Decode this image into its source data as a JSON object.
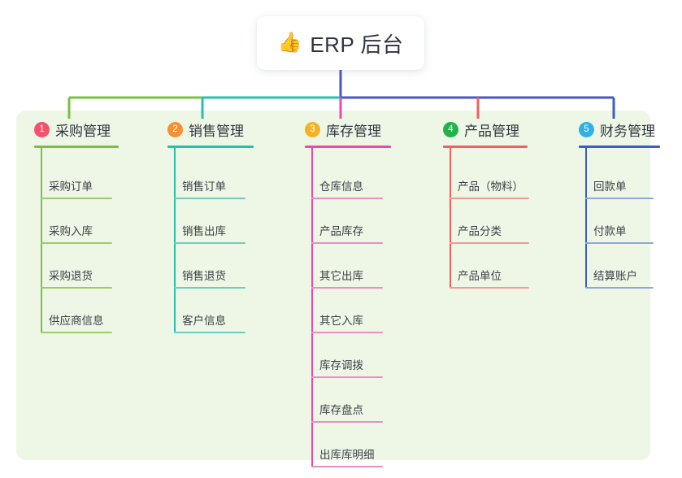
{
  "root": {
    "emoji": "👍",
    "emoji_name": "thumbs-up-icon",
    "title": "ERP 后台"
  },
  "theme": {
    "page_bg": "#ffffff",
    "panel_bg": "#eef7e6",
    "card_bg": "#ffffff",
    "text": "#2f3640",
    "root_stem": "#4a54c9"
  },
  "columns": [
    {
      "index": "1",
      "title": "采购管理",
      "badge_color": "#f4516c",
      "rule_color": "#7ac143",
      "leaf_color": "#9ccb6b",
      "stem_color": "#7ac143",
      "items": [
        "采购订单",
        "采购入库",
        "采购退货",
        "供应商信息"
      ]
    },
    {
      "index": "2",
      "title": "销售管理",
      "badge_color": "#f79034",
      "rule_color": "#26c0ae",
      "leaf_color": "#6fccc0",
      "stem_color": "#26c0ae",
      "items": [
        "销售订单",
        "销售出库",
        "销售退货",
        "客户信息"
      ]
    },
    {
      "index": "3",
      "title": "库存管理",
      "badge_color": "#f5b324",
      "rule_color": "#e84bb0",
      "leaf_color": "#ec8dc4",
      "stem_color": "#e84bb0",
      "items": [
        "仓库信息",
        "产品库存",
        "其它出库",
        "其它入库",
        "库存调拨",
        "库存盘点",
        "出库库明细"
      ]
    },
    {
      "index": "4",
      "title": "产品管理",
      "badge_color": "#22b24c",
      "rule_color": "#f4615c",
      "leaf_color": "#f39a95",
      "stem_color": "#f4615c",
      "items": [
        "产品（物料）",
        "产品分类",
        "产品单位"
      ]
    },
    {
      "index": "5",
      "title": "财务管理",
      "badge_color": "#31b0e8",
      "rule_color": "#3b5fc0",
      "leaf_color": "#8fa6de",
      "stem_color": "#3b5fc0",
      "items": [
        "回款单",
        "付款单",
        "结算账户"
      ]
    }
  ],
  "connector": {
    "segments": [
      {
        "name": "bar-green",
        "color": "#7ac143"
      },
      {
        "name": "bar-teal",
        "color": "#26c0ae"
      },
      {
        "name": "bar-blue",
        "color": "#4a54c9"
      }
    ]
  }
}
